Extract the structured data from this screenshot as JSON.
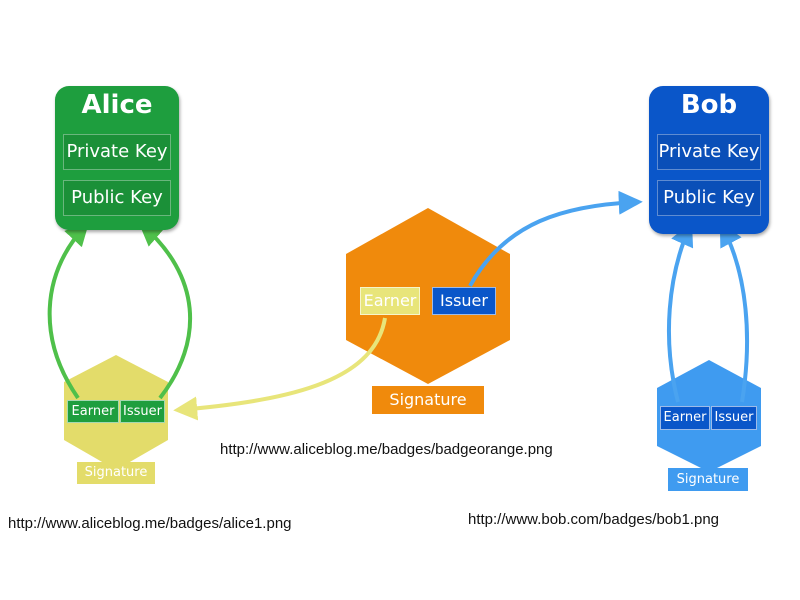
{
  "alice": {
    "name": "Alice",
    "private_key": "Private Key",
    "public_key": "Public Key",
    "color": "#1e9e3e"
  },
  "bob": {
    "name": "Bob",
    "private_key": "Private Key",
    "public_key": "Public Key",
    "color": "#0a56c9"
  },
  "badges": {
    "yellow": {
      "earner": "Earner",
      "issuer": "Issuer",
      "signature": "Signature",
      "url": "http://www.aliceblog.me/badges/alice1.png",
      "color": "#e3dc6a"
    },
    "orange": {
      "earner": "Earner",
      "issuer": "Issuer",
      "signature": "Signature",
      "url": "http://www.aliceblog.me/badges/badgeorange.png",
      "color": "#f08a0c"
    },
    "blue": {
      "earner": "Earner",
      "issuer": "Issuer",
      "signature": "Signature",
      "url": "http://www.bob.com/badges/bob1.png",
      "color": "#3f9bf0"
    }
  }
}
